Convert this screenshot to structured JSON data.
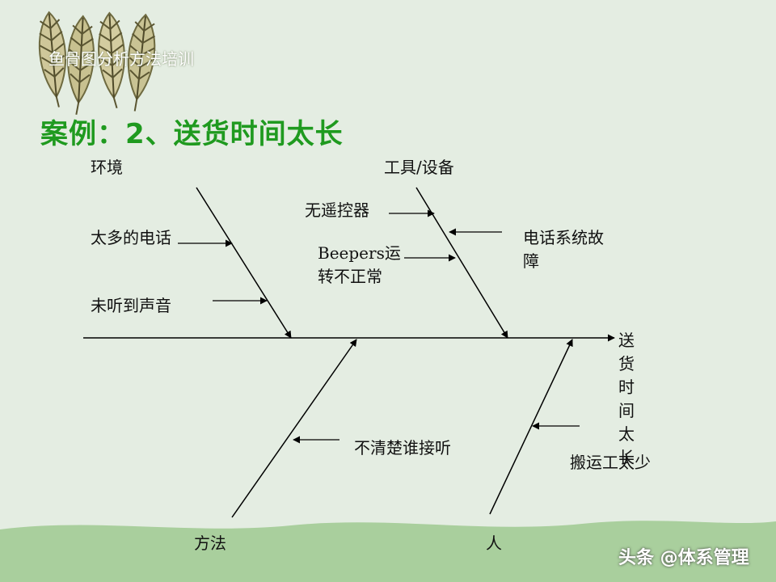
{
  "header": {
    "title": "鱼骨图分析方法培训"
  },
  "slide": {
    "title": "案例：2、送货时间太长"
  },
  "diagram": {
    "effect": "送货时间太长",
    "categories": {
      "environment": {
        "label": "环境",
        "causes": [
          "太多的电话",
          "未听到声音"
        ]
      },
      "tools": {
        "label": "工具/设备",
        "causes": [
          "无遥控器",
          "Beepers运转不正常",
          "电话系统故障"
        ]
      },
      "method": {
        "label": "方法",
        "causes": [
          "不清楚谁接听"
        ]
      },
      "people": {
        "label": "人",
        "causes": [
          "搬运工太少"
        ]
      }
    }
  },
  "watermark": "头条 @体系管理",
  "colors": {
    "background": "#e4ede2",
    "ground": "#a9cf9d",
    "title": "#1f9a1f"
  },
  "icons": [
    "leaf-icon"
  ]
}
